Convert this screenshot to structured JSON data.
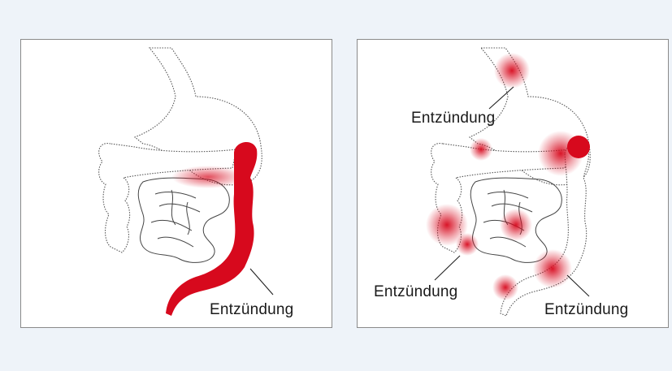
{
  "panels": [
    {
      "labels": [
        {
          "text": "Entzündung"
        }
      ]
    },
    {
      "labels": [
        {
          "text": "Entzündung"
        },
        {
          "text": "Entzündung"
        },
        {
          "text": "Entzündung"
        }
      ]
    }
  ],
  "colors": {
    "inflammation": "#d7091d",
    "background": "#eef3f9",
    "panel": "#ffffff",
    "outline": "#555555"
  }
}
